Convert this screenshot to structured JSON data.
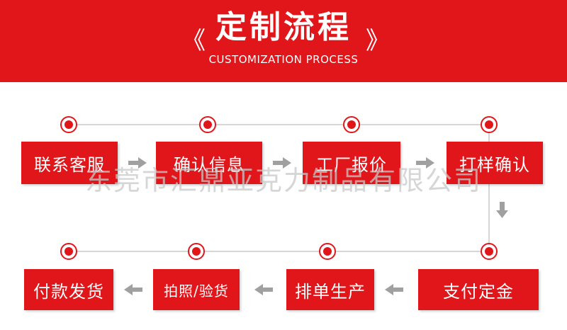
{
  "header": {
    "title": "定制流程",
    "subtitle": "CUSTOMIZATION PROCESS",
    "deco_left": "《",
    "deco_right": "》"
  },
  "steps_row1": [
    "联系客服",
    "确认信息",
    "工厂报价",
    "打样确认"
  ],
  "steps_row2": [
    "付款发货",
    "拍照/验货",
    "排单生产",
    "支付定金"
  ],
  "watermark": "东莞市汇鼎亚克力制品有限公司",
  "colors": {
    "accent": "#e0161b",
    "connector": "#c8c8c8",
    "arrow": "#a0a0a0"
  },
  "icons": {
    "connector_dot": "circle-dot-icon",
    "flow_arrow": "triangle-arrow-icon"
  }
}
